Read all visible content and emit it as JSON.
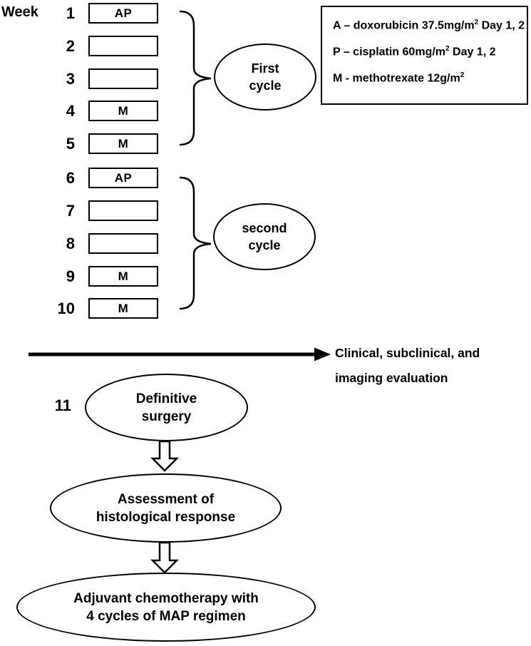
{
  "header": {
    "week_label": "Week"
  },
  "schedule": {
    "weeks": [
      {
        "num": "1",
        "drug": "AP"
      },
      {
        "num": "2",
        "drug": ""
      },
      {
        "num": "3",
        "drug": ""
      },
      {
        "num": "4",
        "drug": "M"
      },
      {
        "num": "5",
        "drug": "M"
      },
      {
        "num": "6",
        "drug": "AP"
      },
      {
        "num": "7",
        "drug": ""
      },
      {
        "num": "8",
        "drug": ""
      },
      {
        "num": "9",
        "drug": "M"
      },
      {
        "num": "10",
        "drug": "M"
      }
    ]
  },
  "cycles": {
    "first": {
      "line1": "First",
      "line2": "cycle"
    },
    "second": {
      "line1": "second",
      "line2": "cycle"
    }
  },
  "legend": {
    "items": [
      {
        "prefix": "A – doxorubicin 37.5mg/m",
        "sup": "2",
        "suffix": " Day 1, 2"
      },
      {
        "prefix": "P – cisplatin 60mg/m",
        "sup": "2",
        "suffix": " Day 1, 2"
      },
      {
        "prefix": "M - methotrexate 12g/m",
        "sup": "2",
        "suffix": ""
      }
    ]
  },
  "evaluation": {
    "line1": "Clinical, subclinical, and",
    "line2": "imaging evaluation"
  },
  "surgery": {
    "week_num": "11",
    "line1": "Definitive",
    "line2": "surgery"
  },
  "assessment": {
    "line1": "Assessment of",
    "line2": "histological response"
  },
  "adjuvant": {
    "line1": "Adjuvant chemotherapy with",
    "line2": "4 cycles of MAP regimen"
  },
  "colors": {
    "ink": "#000000",
    "background": "#ffffff"
  }
}
